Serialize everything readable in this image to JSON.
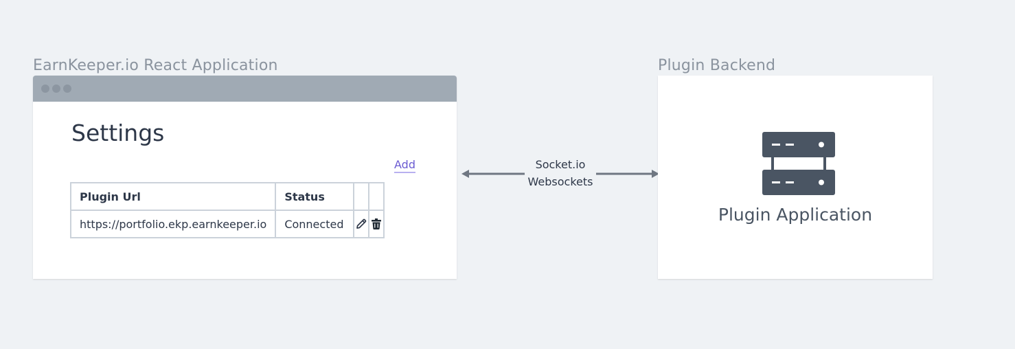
{
  "left_panel": {
    "title": "EarnKeeper.io React Application",
    "page_title": "Settings",
    "add_label": "Add",
    "table": {
      "headers": [
        "Plugin Url",
        "Status",
        "",
        ""
      ],
      "rows": [
        {
          "url": "https://portfolio.ekp.earnkeeper.io",
          "status": "Connected",
          "edit_icon": "pencil-icon",
          "delete_icon": "trash-icon"
        }
      ]
    }
  },
  "connection": {
    "line1": "Socket.io",
    "line2": "Websockets"
  },
  "right_panel": {
    "title": "Plugin Backend",
    "icon": "server-icon",
    "label": "Plugin Application"
  },
  "colors": {
    "background": "#eff2f5",
    "browser_bar": "#a0aab4",
    "link": "#6b5bd2",
    "server": "#4a5563",
    "arrow": "#6f7782"
  }
}
